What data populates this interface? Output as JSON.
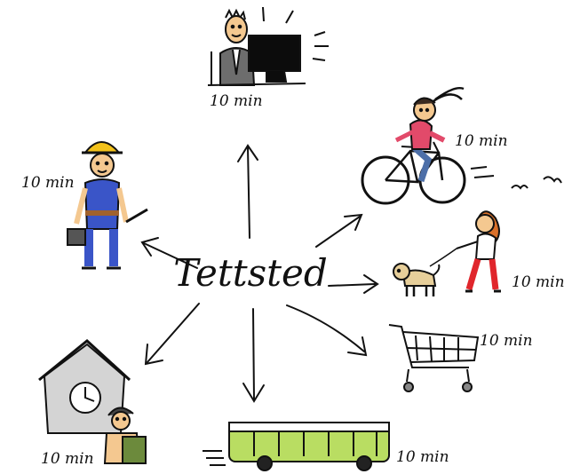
{
  "center": {
    "label": "Tettsted"
  },
  "destinations": [
    {
      "id": "office",
      "icon": "office-worker-at-computer-icon",
      "time": "10 min"
    },
    {
      "id": "cycling",
      "icon": "cyclist-icon",
      "time": "10 min"
    },
    {
      "id": "dog-walk",
      "icon": "dog-walker-icon",
      "time": "10 min"
    },
    {
      "id": "shop",
      "icon": "shopping-cart-icon",
      "time": "10 min"
    },
    {
      "id": "bus",
      "icon": "bus-icon",
      "time": "10 min"
    },
    {
      "id": "school",
      "icon": "school-clock-child-icon",
      "time": "10 min"
    },
    {
      "id": "worker",
      "icon": "construction-worker-icon",
      "time": "10 min"
    }
  ],
  "colors": {
    "ink": "#111111",
    "skin": "#f4c890",
    "hard_hat": "#f3c21b",
    "overalls": "#3a55c8",
    "sweater": "#e24a6a",
    "jeans": "#4d6fa8",
    "dog_walker_pants": "#e0262c",
    "dog_walker_hair": "#d9702a",
    "bus_body": "#b9dd62",
    "monitor": "#0c0c0c",
    "backpack": "#6c8a3c"
  }
}
